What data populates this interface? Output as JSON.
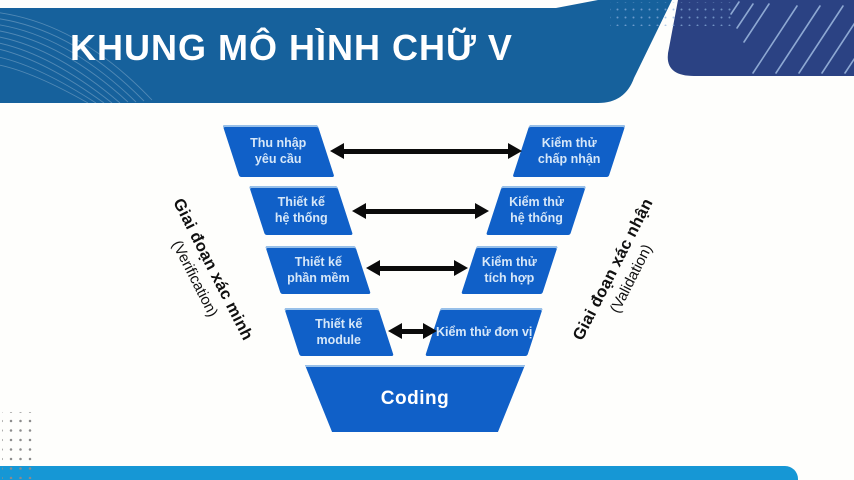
{
  "header": {
    "title": "KHUNG MÔ HÌNH CHỮ V"
  },
  "diagram": {
    "left_axis": {
      "title": "Giai đoạn xác minh",
      "subtitle": "(Verification)"
    },
    "right_axis": {
      "title": "Giai đoạn xác nhận",
      "subtitle": "(Validation)"
    },
    "rows": [
      {
        "left": "Thu nhập\nyêu cầu",
        "right": "Kiểm thử\nchấp nhận"
      },
      {
        "left": "Thiết kế\nhệ thống",
        "right": "Kiểm thử\nhệ thống"
      },
      {
        "left": "Thiết kế\nphần mềm",
        "right": "Kiểm thử\ntích hợp"
      },
      {
        "left": "Thiết kế\nmodule",
        "right": "Kiểm thử đơn vị"
      }
    ],
    "base_label": "Coding"
  },
  "colors": {
    "banner": "#16619C",
    "corner_navy": "#2B4283",
    "box_blue": "#1060C8",
    "box_text": "#D6E7F8",
    "bottom_bar": "#1697D5",
    "arrow": "#0B0B0B"
  }
}
